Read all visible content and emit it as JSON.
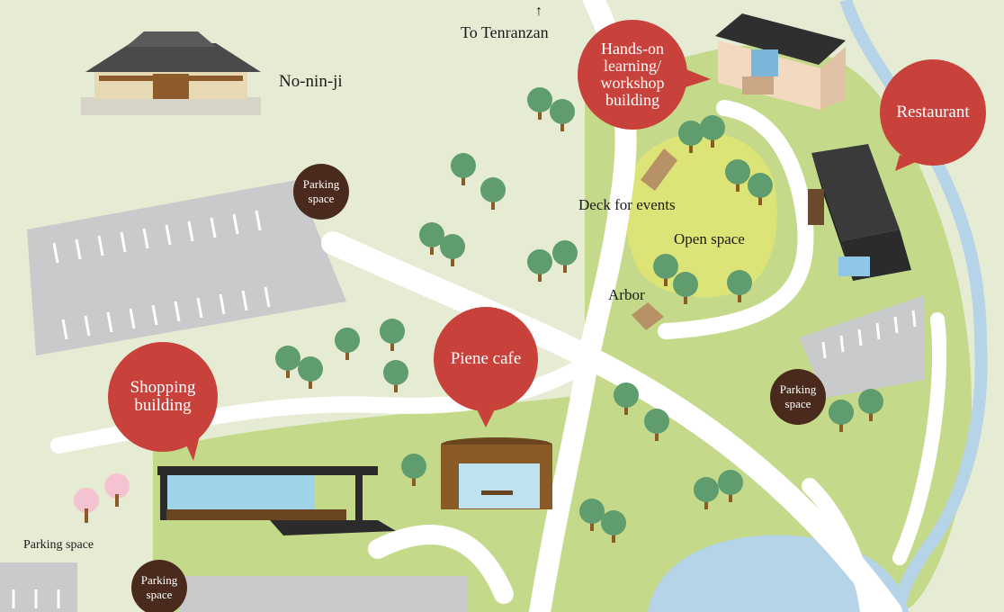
{
  "map": {
    "colors": {
      "background": "#e5ecd3",
      "grass": "#c4d98a",
      "open_space": "#dce477",
      "road": "#ffffff",
      "parking_lot": "#c9cacc",
      "river": "#b6d4e7",
      "pin": "#c8413a",
      "parking_badge": "#4a2a1d",
      "tree": "#5f9c6e"
    },
    "direction": {
      "arrow": "↑",
      "label": "To Tenranzan"
    },
    "labels": {
      "temple": "No-nin-ji",
      "deck": "Deck for events",
      "open_space": "Open space",
      "arbor": "Arbor",
      "parking_plain": "Parking space"
    },
    "pins": {
      "workshop": [
        "Hands-on",
        "learning/",
        "workshop",
        "building"
      ],
      "restaurant": [
        "Restaurant"
      ],
      "cafe": [
        "Piene cafe"
      ],
      "shopping": [
        "Shopping",
        "building"
      ]
    },
    "parking": {
      "top": [
        "Parking",
        "space"
      ],
      "right": [
        "Parking",
        "space"
      ],
      "bottom": [
        "Parking",
        "space"
      ]
    }
  }
}
